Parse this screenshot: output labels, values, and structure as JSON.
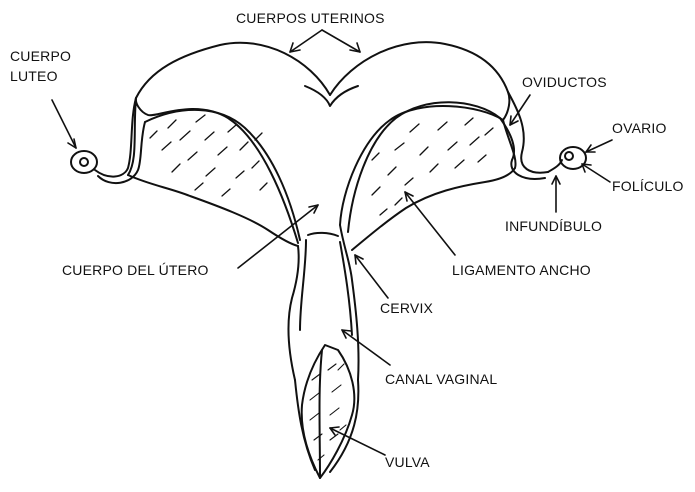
{
  "diagram": {
    "labels": {
      "cuerpos_uterinos": "CUERPOS UTERINOS",
      "cuerpo_luteo_line1": "CUERPO",
      "cuerpo_luteo_line2": "LUTEO",
      "oviductos": "OVIDUCTOS",
      "ovario": "OVARIO",
      "foliculo": "FOLÍCULO",
      "infundibulo": "INFUNDÍBULO",
      "cuerpo_del_utero": "CUERPO DEL ÚTERO",
      "ligamento_ancho": "LIGAMENTO ANCHO",
      "cervix": "CERVIX",
      "canal_vaginal": "CANAL VAGINAL",
      "vulva": "VULVA"
    },
    "colors": {
      "line": "#111111",
      "background": "#ffffff"
    }
  }
}
